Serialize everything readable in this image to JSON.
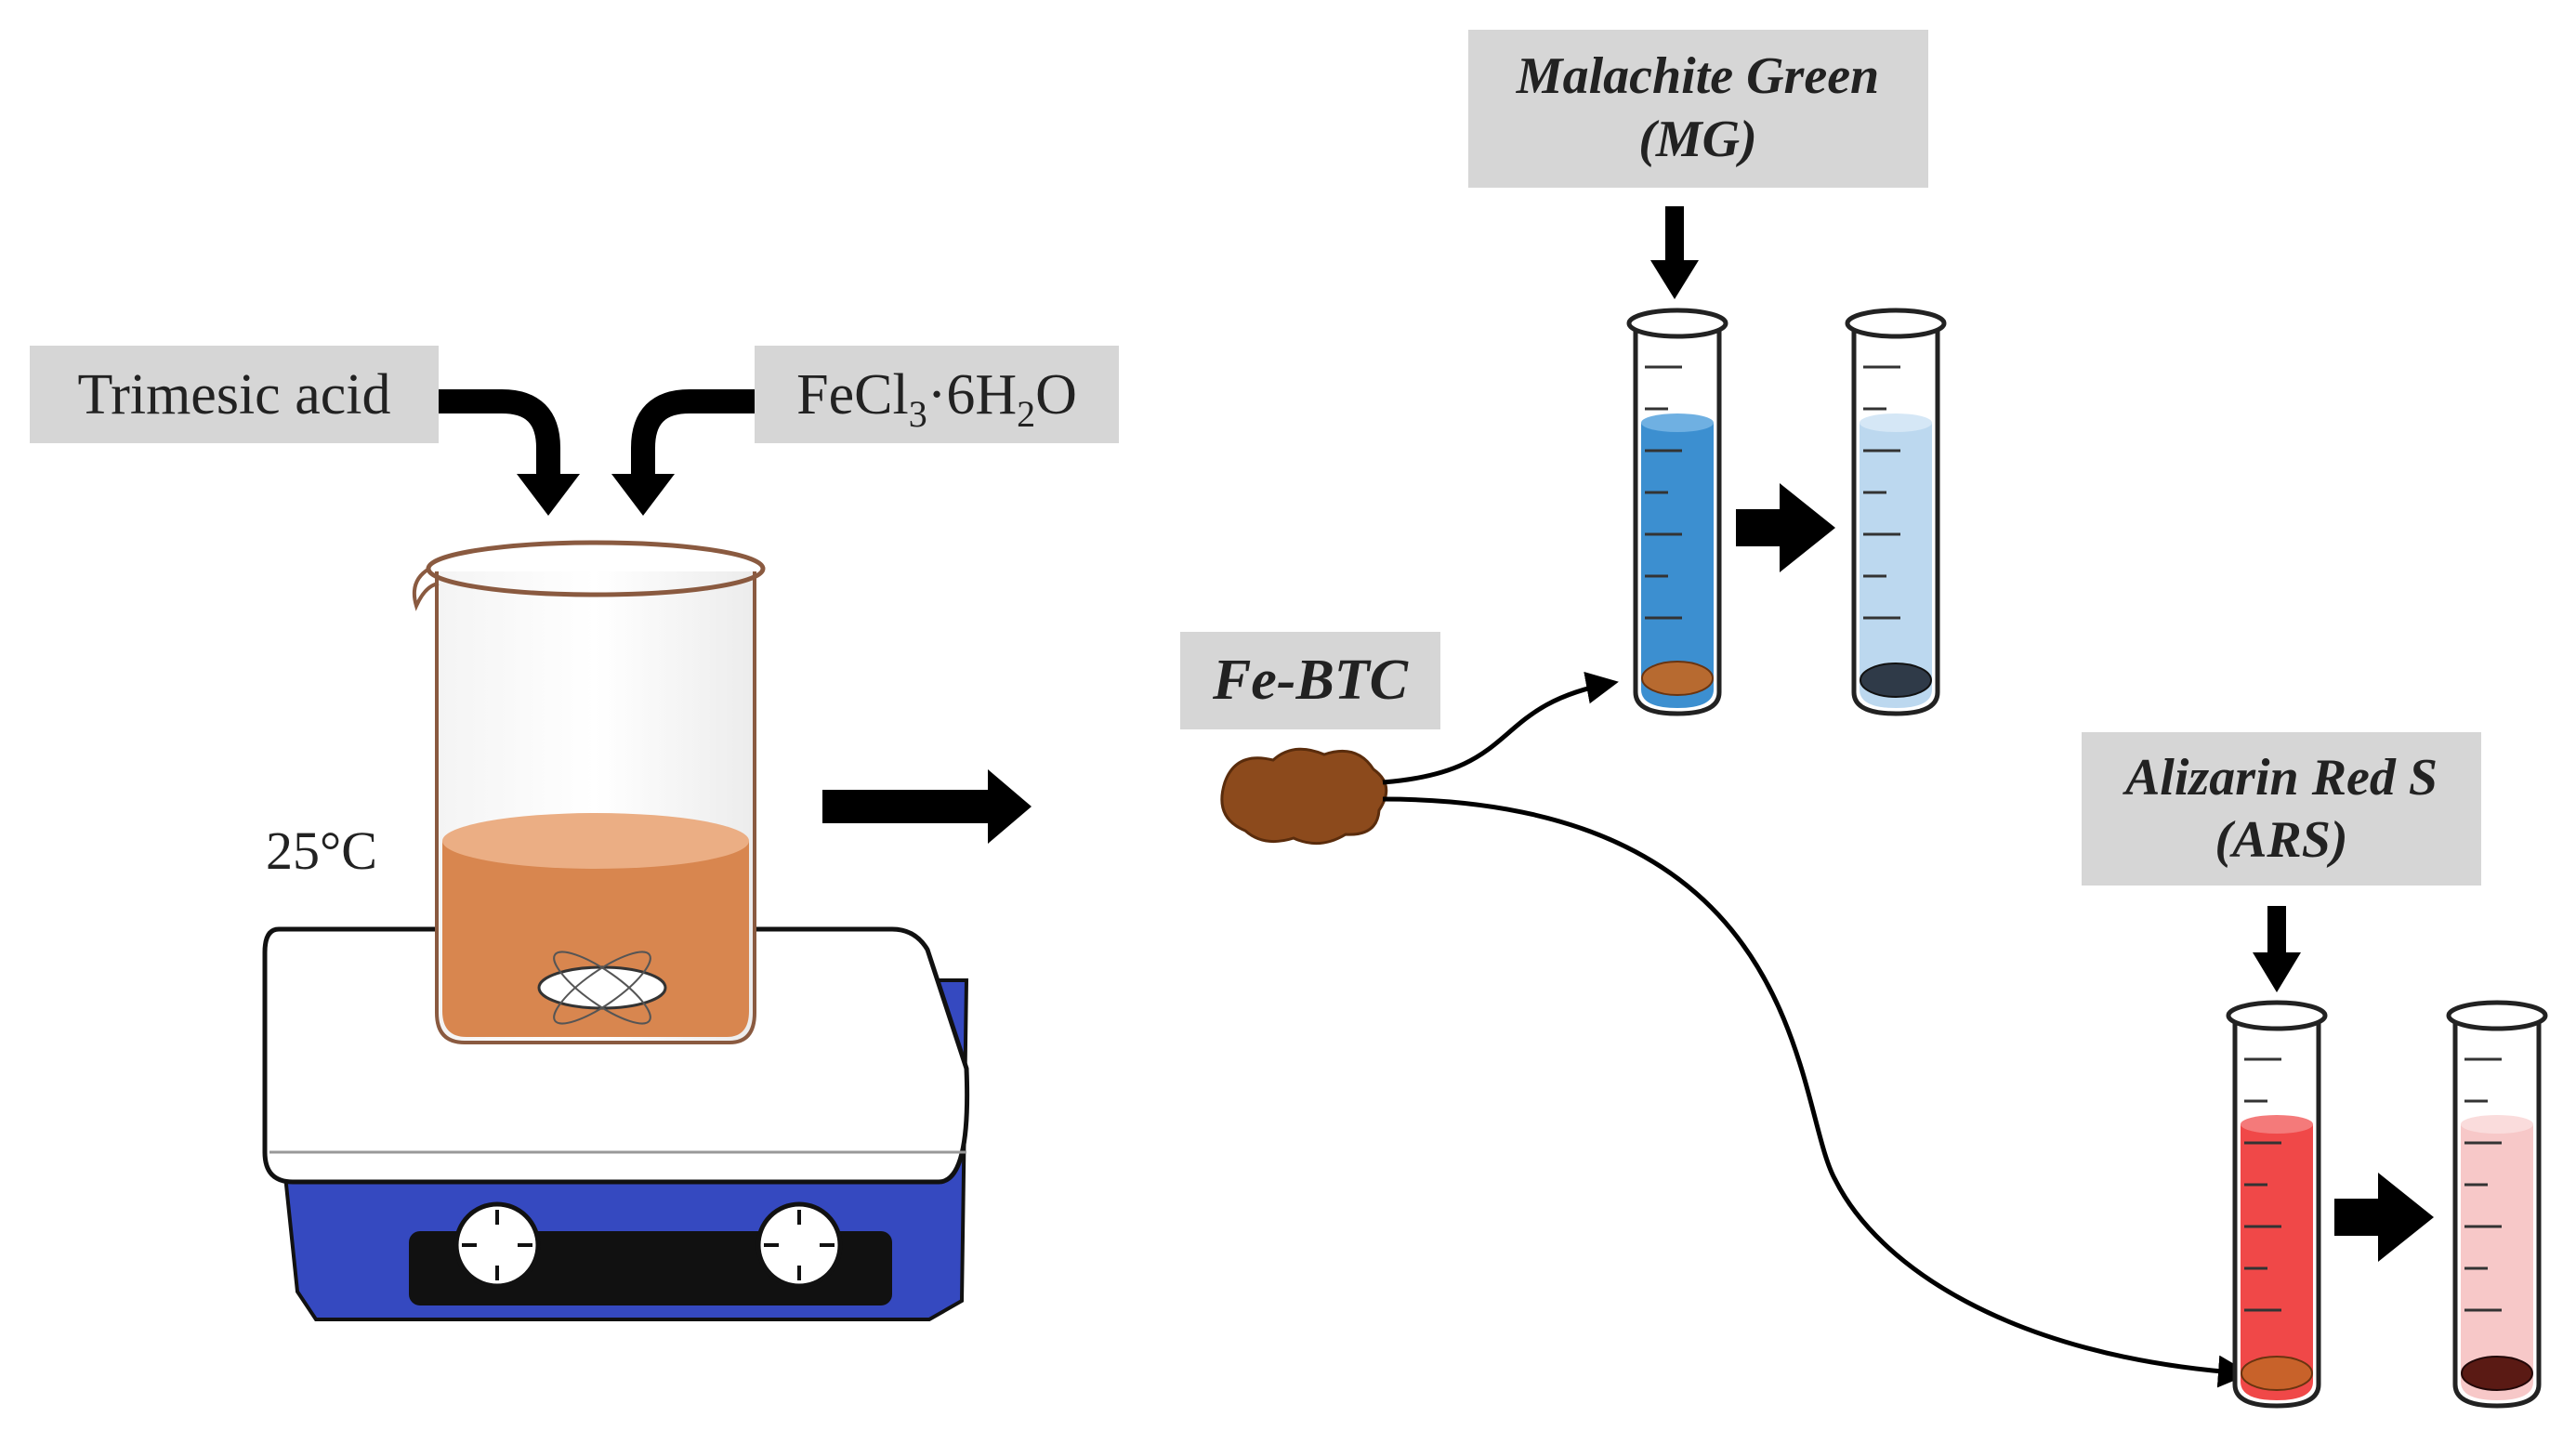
{
  "labels": {
    "trimesic_acid": "Trimesic acid",
    "fecl3_main": "FeCl",
    "fecl3_sub3": "3",
    "fecl3_dot6h": "·6H",
    "fecl3_sub2": "2",
    "fecl3_o": "O",
    "temperature": "25°C",
    "fe_btc": "Fe-BTC",
    "mg_line1": "Malachite Green",
    "mg_line2": "(MG)",
    "ars_line1": "Alizarin Red S",
    "ars_line2": "(ARS)"
  },
  "colors": {
    "label_box": "#d6d6d6",
    "solution": "#d8864f",
    "solution_top": "#ebae84",
    "fe_btc": "#8c4a1c",
    "mg_before": "#3c8fd0",
    "mg_after": "#bcd8ef",
    "ars_before": "#f04848",
    "ars_after": "#f7c8c8",
    "hotplate_base": "#3549c0",
    "hotplate_top": "#ffffff"
  }
}
